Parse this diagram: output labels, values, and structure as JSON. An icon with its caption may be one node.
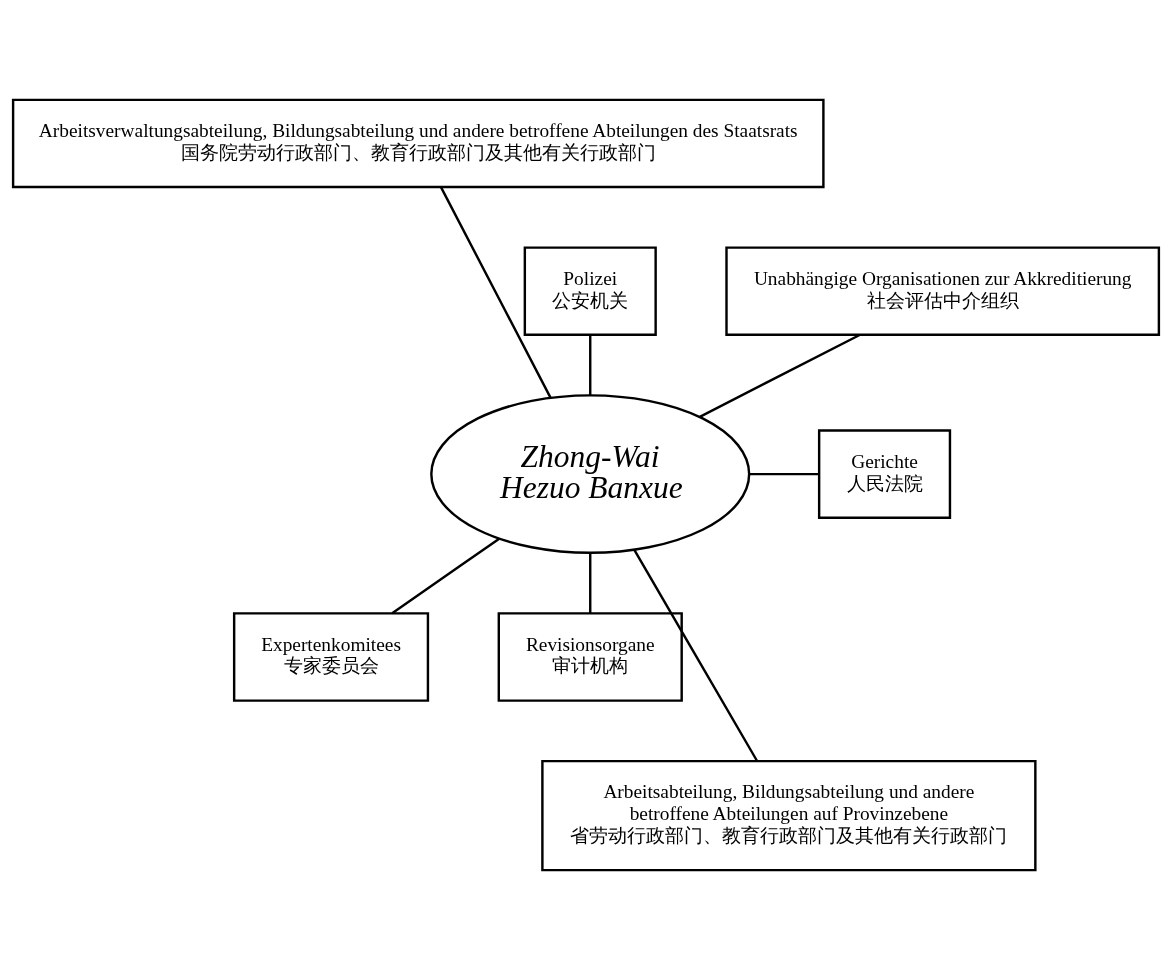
{
  "diagram": {
    "nodes": [
      {
        "text": [
          "Arbeitsverwaltungsabteilung, Bildungsabteilung und andere betroffene Abteilungen des Staatsrats",
          "国务院劳动行政部门、教育行政部门及其他有关行政部门"
        ]
      },
      {
        "text": [
          "Polizei",
          "公安机关"
        ]
      },
      {
        "text": [
          "Unabhängige Organisationen zur Akkreditierung",
          "社会评估中介组织"
        ]
      },
      {
        "text": [
          "Gerichte",
          "人民法院"
        ]
      },
      {
        "text": [
          "Zhong-Wai Hezuo Banxue"
        ]
      },
      {
        "text": [
          "Expertenkomitees",
          "专家委员会"
        ]
      },
      {
        "text": [
          "Revisionsorgane",
          "审计机构"
        ]
      },
      {
        "text": [
          "Arbeitsabteilung, Bildungsabteilung und andere betroffene Abteilungen auf Provinzebene",
          "省劳动行政部门、教育行政部门及其他有关行政部门"
        ]
      }
    ],
    "edges": [
      {
        "from": 4,
        "to": 0,
        "arrow": "none"
      },
      {
        "from": 4,
        "to": 1,
        "arrow": "none"
      },
      {
        "from": 4,
        "to": 2,
        "arrow": "none"
      },
      {
        "from": 4,
        "to": 3,
        "arrow": "none"
      },
      {
        "from": 4,
        "to": 5,
        "arrow": "none"
      },
      {
        "from": 4,
        "to": 6,
        "arrow": "none"
      },
      {
        "from": 4,
        "to": 7,
        "arrow": "none"
      }
    ]
  }
}
